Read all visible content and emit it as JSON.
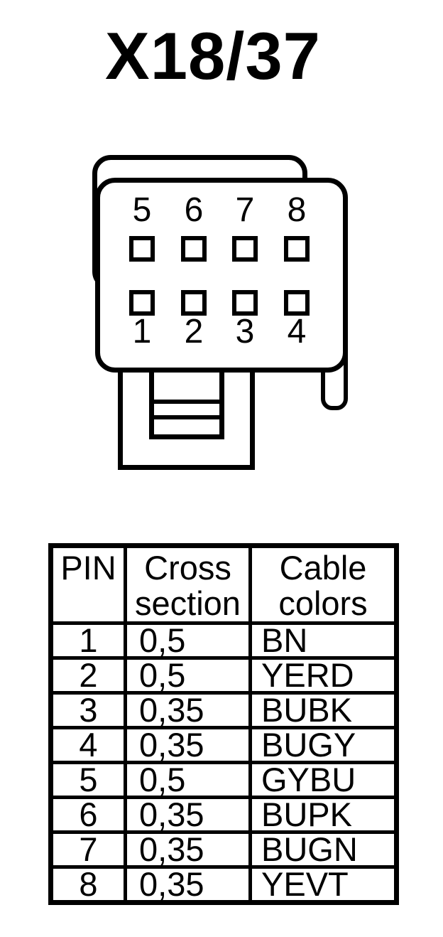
{
  "colors": {
    "ink": "#000000",
    "paper": "#ffffff"
  },
  "title": "X18/37",
  "connector": {
    "top_labels": [
      "5",
      "6",
      "7",
      "8"
    ],
    "bottom_labels": [
      "1",
      "2",
      "3",
      "4"
    ]
  },
  "table": {
    "header": {
      "pin": "PIN",
      "cross_line1": "Cross",
      "cross_line2": "section",
      "cable_line1": "Cable",
      "cable_line2": "colors"
    },
    "rows": [
      {
        "pin": "1",
        "cross_section": "0,5",
        "cable_color": "BN"
      },
      {
        "pin": "2",
        "cross_section": "0,5",
        "cable_color": "YERD"
      },
      {
        "pin": "3",
        "cross_section": "0,35",
        "cable_color": "BUBK"
      },
      {
        "pin": "4",
        "cross_section": "0,35",
        "cable_color": "BUGY"
      },
      {
        "pin": "5",
        "cross_section": "0,5",
        "cable_color": "GYBU"
      },
      {
        "pin": "6",
        "cross_section": "0,35",
        "cable_color": "BUPK"
      },
      {
        "pin": "7",
        "cross_section": "0,35",
        "cable_color": "BUGN"
      },
      {
        "pin": "8",
        "cross_section": "0,35",
        "cable_color": "YEVT"
      }
    ]
  }
}
